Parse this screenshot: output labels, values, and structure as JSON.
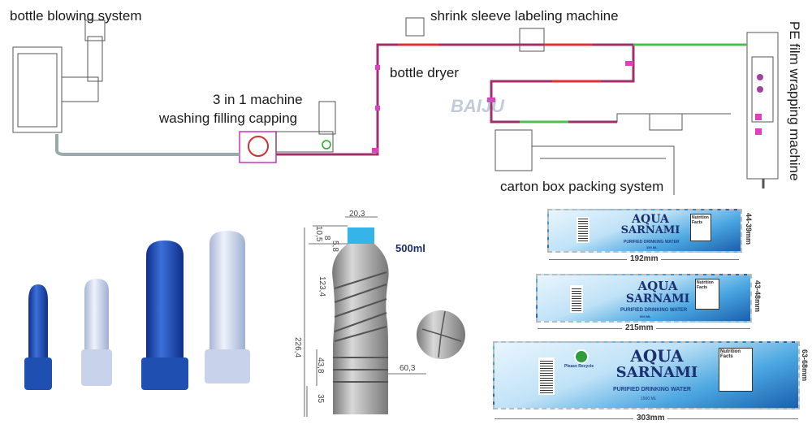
{
  "layout": {
    "captions": {
      "blowing": "bottle blowing system",
      "shrink": "shrink sleeve labeling machine",
      "dryer": "bottle dryer",
      "three_in_one_1": "3 in 1 machine",
      "three_in_one_2": "washing filling capping",
      "carton": "carton box packing system",
      "pe_film": "PE film wrapping machine"
    },
    "logo": "BAIJU"
  },
  "bottle": {
    "volume": "500ml",
    "dimensions": {
      "neck_width": "20,3",
      "cap_height": "10,5",
      "ring1": "8",
      "ring2": "5,8",
      "body": "123,4",
      "total": "226,4",
      "lower": "43,8",
      "base": "35",
      "diameter": "60,3"
    }
  },
  "labels": [
    {
      "brand1": "AQUA",
      "brand2": "SARNAMI",
      "tagline": "PURIFIED DRINKING WATER",
      "volume": "350 ML",
      "nutrition": "Nutrition Facts",
      "width": "192mm",
      "height": "44-39mm"
    },
    {
      "brand1": "AQUA",
      "brand2": "SARNAMI",
      "tagline": "PURIFIED DRINKING WATER",
      "volume": "500 ML",
      "nutrition": "Nutrition Facts",
      "width": "215mm",
      "height": "43-48mm"
    },
    {
      "brand1": "AQUA",
      "brand2": "SARNAMI",
      "tagline": "PURIFIED DRINKING WATER",
      "volume": "1500 ML",
      "nutrition": "Nutrition Facts",
      "width": "303mm",
      "height": "63-68mm",
      "recycle": "Please Recycle"
    }
  ],
  "colors": {
    "conveyor": "#a0306a",
    "accent_magenta": "#e040c0",
    "green": "#4cc04c",
    "red": "#e03030",
    "label_blue": "#1a5fae",
    "preform_blue": "#1f4fb0"
  }
}
